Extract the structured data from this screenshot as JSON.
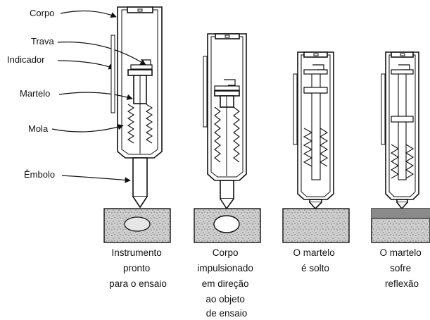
{
  "parts": {
    "corpo": "Corpo",
    "trava": "Trava",
    "indicador": "Indicador",
    "martelo": "Martelo",
    "mola": "Mola",
    "embolo": "Êmbolo"
  },
  "stages": [
    {
      "caption": [
        "Instrumento",
        "pronto",
        "para o ensaio"
      ]
    },
    {
      "caption": [
        "Corpo",
        "impulsionado",
        "em direção",
        "ao objeto",
        "de ensaio"
      ]
    },
    {
      "caption": [
        "O martelo",
        "é solto"
      ]
    },
    {
      "caption": [
        "O martelo",
        "sofre",
        "reflexão"
      ]
    }
  ]
}
